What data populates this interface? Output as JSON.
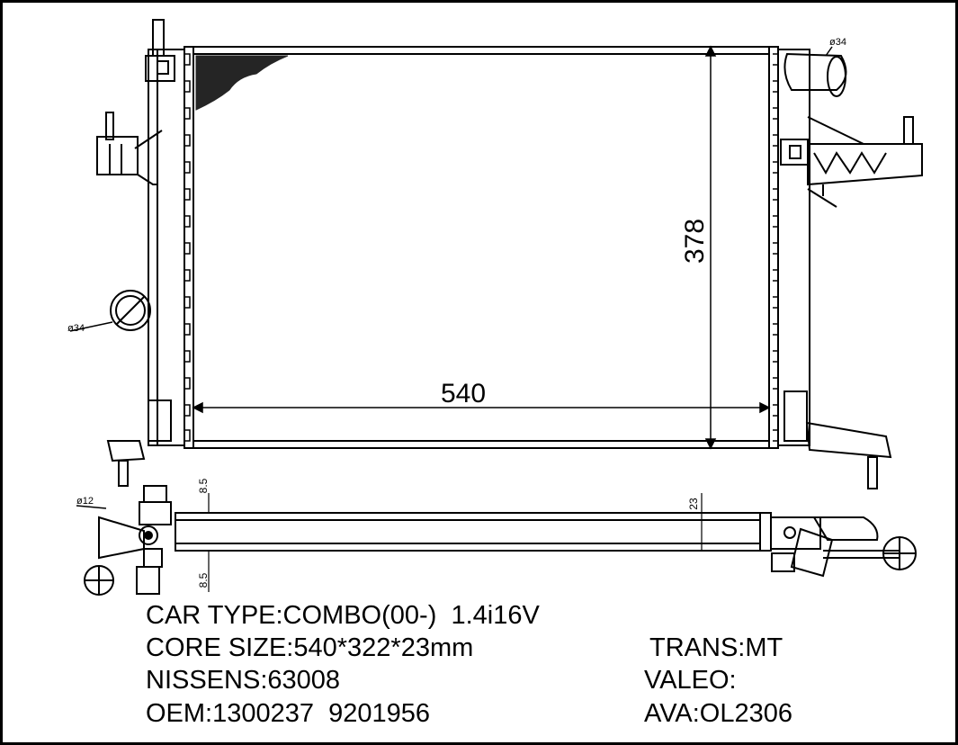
{
  "diagram": {
    "dimensions": {
      "width": "540",
      "height": "378",
      "thickness": "23",
      "pipe_offset_top": "8.5",
      "pipe_offset_bottom": "8.5",
      "inlet_diameter": "ø34",
      "outlet_diameter": "ø34",
      "bushing_diameter": "ø12"
    }
  },
  "specs": {
    "car_type": "CAR TYPE:COMBO(00-)  1.4i16V",
    "core_size": "CORE SIZE:540*322*23mm",
    "trans": "TRANS:MT",
    "nissens": "NISSENS:63008",
    "valeo": "VALEO:",
    "oem": "OEM:1300237  9201956",
    "ava": "AVA:OL2306"
  },
  "colors": {
    "line": "#000000",
    "background": "#ffffff"
  }
}
